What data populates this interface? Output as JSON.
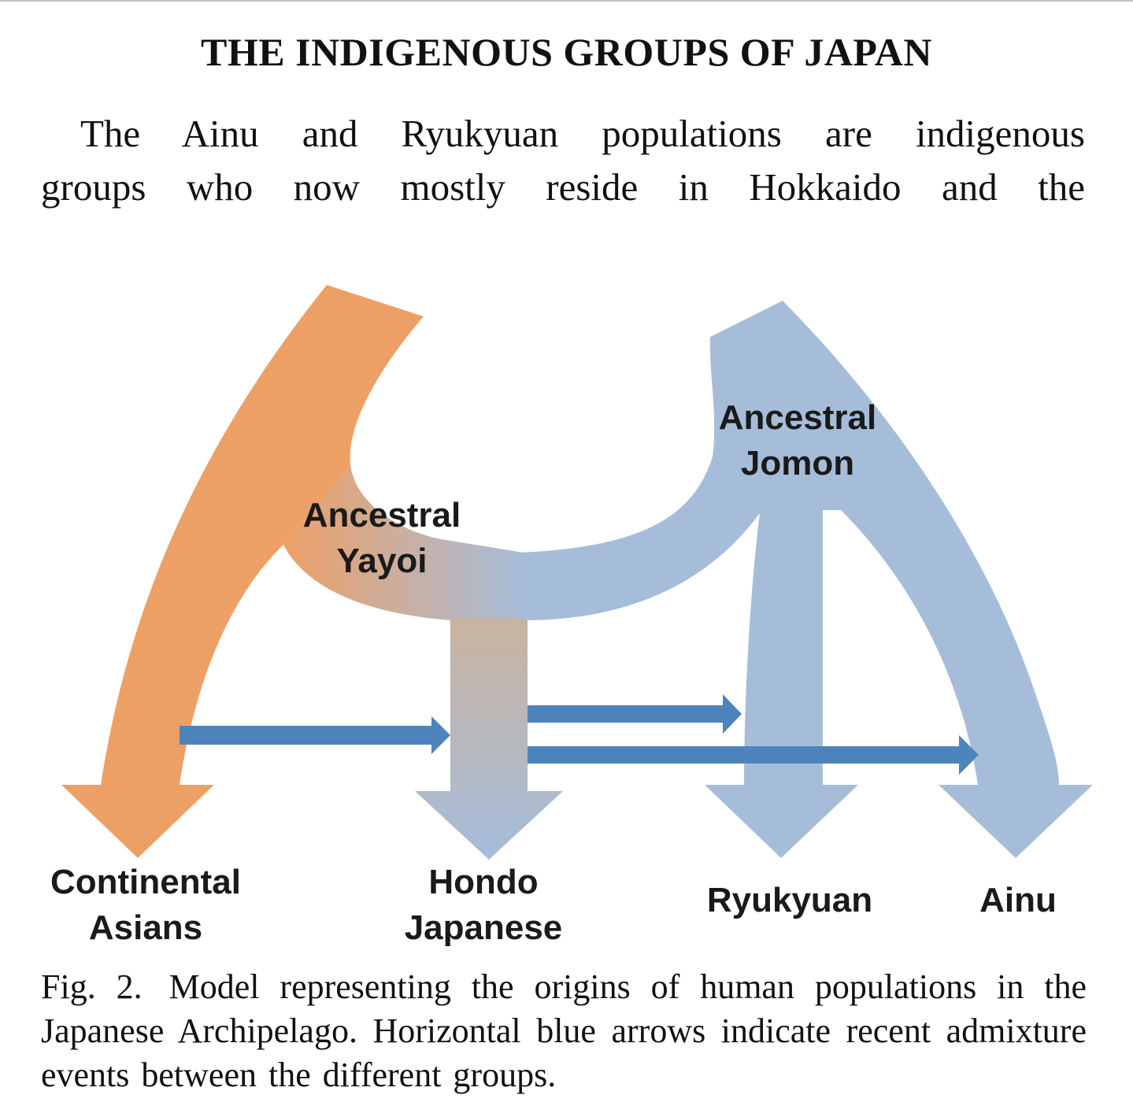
{
  "heading": "THE INDIGENOUS GROUPS OF JAPAN",
  "paragraph": {
    "line1": "The Ainu and Ryukyuan populations are indigenous",
    "line2": "groups who now mostly reside in Hokkaido and the"
  },
  "figure": {
    "labels": {
      "ancestral_yayoi": [
        "Ancestral",
        "Yayoi"
      ],
      "ancestral_jomon": [
        "Ancestral",
        "Jomon"
      ],
      "continental_asians": [
        "Continental",
        "Asians"
      ],
      "hondo_japanese": [
        "Hondo",
        "Japanese"
      ],
      "ryukyuan": "Ryukyuan",
      "ainu": "Ainu"
    },
    "colors": {
      "yayoi_orange": "#EDA066",
      "jomon_blue": "#A6BDDA",
      "admixture_blue": "#4D84BC"
    }
  },
  "caption": {
    "ref": "Fig. 2.",
    "text": "Model representing the origins of human populations in the Japanese Archipelago. Horizontal blue arrows indicate recent admixture events between the different groups."
  }
}
